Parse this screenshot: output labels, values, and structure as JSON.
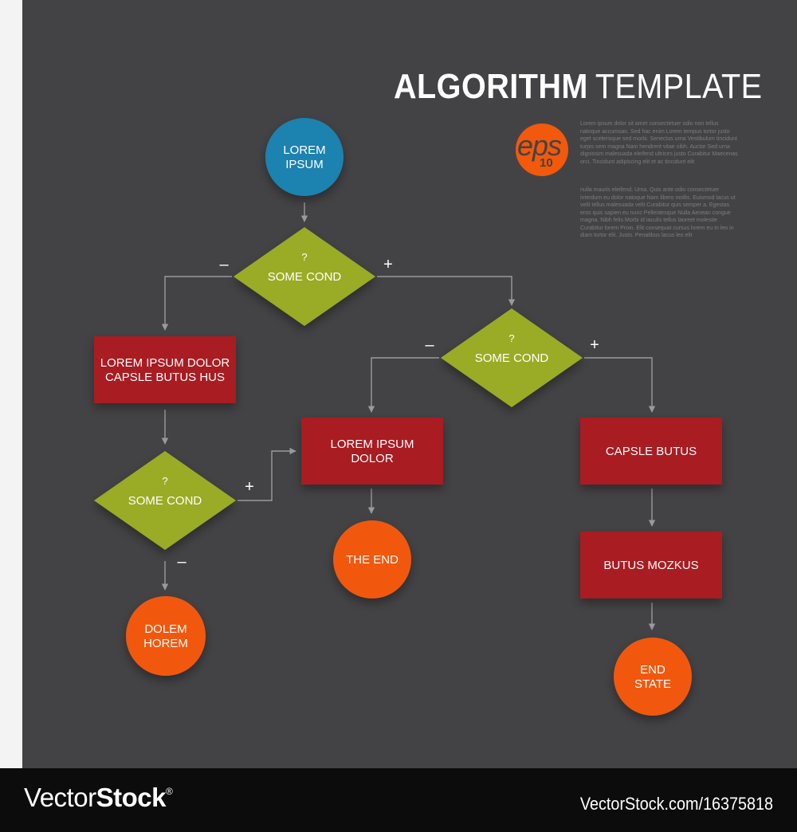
{
  "watermark": {
    "logo_word_regular": "Vector",
    "logo_word_bold": "Stock",
    "logo_mark": "®",
    "url": "VectorStock.com/16375818"
  },
  "header": {
    "title_bold": "ALGORITHM",
    "title_light": "TEMPLATE",
    "badge_main": "eps",
    "badge_sub": "10",
    "paragraph_1": "Lorem ipsum dolor sit amet consectetuer odio non tellus natoque accumsan. Sed hac enim Lorem tempus tortor justo eget scelerisque sed morbi. Senectus urna Vestibulum tincidunt turpis sem magna Nam hendrerit vitae nibh. Auctor Sed urna dignissim malesuada eleifend ultrices justo Curabitur Maecenas orci. Tincidunt adipiscing elit et ac tincidunt elit",
    "paragraph_2": "nulla mauris eleifend. Urna. Quis ante odio consectetuer interdum eu dolor natoque Nam libero mollis. Euismod lacus ut velit tellus malesuada velit Curabitur quis semper a. Egestas eros quis sapien eu nunc Pellentesque Nulla Aenean congue magna. Nibh felis Morbi id iaculis tellus laoreet molestie Curabitur lorem Proin. Elit consequat cursus lorem eu In leo in diam tortor elit. Justo. Penatibus lacus leo elit"
  },
  "colors": {
    "canvas": "#434345",
    "connector": "#9a9a9c",
    "start_circle": "#1a82b0",
    "end_circle": "#f2590c",
    "decision": "#9aab28",
    "process": "#a81f24"
  },
  "flowchart": {
    "nodes": [
      {
        "id": "start",
        "shape": "circle",
        "lines": [
          "LOREM",
          "IPSUM"
        ],
        "color": "#1a82b0"
      },
      {
        "id": "cond1",
        "shape": "diamond",
        "question": "?",
        "lines": [
          "SOME COND"
        ],
        "color": "#9aab28"
      },
      {
        "id": "proc1",
        "shape": "rect",
        "lines": [
          "LOREM IPSUM DOLOR",
          "CAPSLE BUTUS HUS"
        ],
        "color": "#a81f24"
      },
      {
        "id": "cond2",
        "shape": "diamond",
        "question": "?",
        "lines": [
          "SOME COND"
        ],
        "color": "#9aab28"
      },
      {
        "id": "cond3",
        "shape": "diamond",
        "question": "?",
        "lines": [
          "SOME COND"
        ],
        "color": "#9aab28"
      },
      {
        "id": "proc2",
        "shape": "rect",
        "lines": [
          "LOREM IPSUM",
          "DOLOR"
        ],
        "color": "#a81f24"
      },
      {
        "id": "proc3",
        "shape": "rect",
        "lines": [
          "CAPSLE BUTUS"
        ],
        "color": "#a81f24"
      },
      {
        "id": "proc4",
        "shape": "rect",
        "lines": [
          "BUTUS  MOZKUS"
        ],
        "color": "#a81f24"
      },
      {
        "id": "end1",
        "shape": "circle",
        "lines": [
          "DOLEM",
          "HOREM"
        ],
        "color": "#f2590c"
      },
      {
        "id": "end2",
        "shape": "circle",
        "lines": [
          "THE END"
        ],
        "color": "#f2590c"
      },
      {
        "id": "end3",
        "shape": "circle",
        "lines": [
          "END",
          "STATE"
        ],
        "color": "#f2590c"
      }
    ],
    "edges": [
      {
        "from": "start",
        "to": "cond1",
        "label": ""
      },
      {
        "from": "cond1",
        "to": "proc1",
        "label": "–"
      },
      {
        "from": "cond1",
        "to": "cond3",
        "label": "+"
      },
      {
        "from": "proc1",
        "to": "cond2",
        "label": ""
      },
      {
        "from": "cond2",
        "to": "proc2",
        "label": "+"
      },
      {
        "from": "cond2",
        "to": "end1",
        "label": "–"
      },
      {
        "from": "cond3",
        "to": "proc2",
        "label": "–"
      },
      {
        "from": "cond3",
        "to": "proc3",
        "label": "+"
      },
      {
        "from": "proc2",
        "to": "end2",
        "label": ""
      },
      {
        "from": "proc3",
        "to": "proc4",
        "label": ""
      },
      {
        "from": "proc4",
        "to": "end3",
        "label": ""
      }
    ]
  }
}
